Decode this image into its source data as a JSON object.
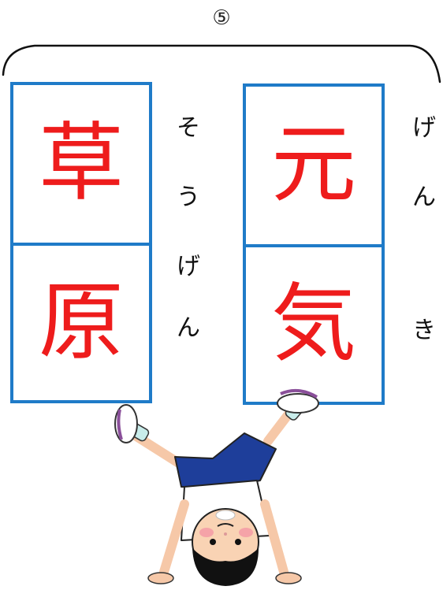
{
  "question_number": "⑤",
  "left_word": {
    "kanji": [
      "草",
      "原"
    ],
    "reading": [
      "そ",
      "う",
      "げ",
      "ん"
    ]
  },
  "right_word": {
    "kanji": [
      "元",
      "気"
    ],
    "reading": [
      "げ",
      "ん",
      "き"
    ]
  },
  "colors": {
    "kanji": "#ee1c1c",
    "card_border": "#1f7bc8",
    "reading_text": "#111111"
  },
  "illustration": "child-doing-handstand-icon"
}
